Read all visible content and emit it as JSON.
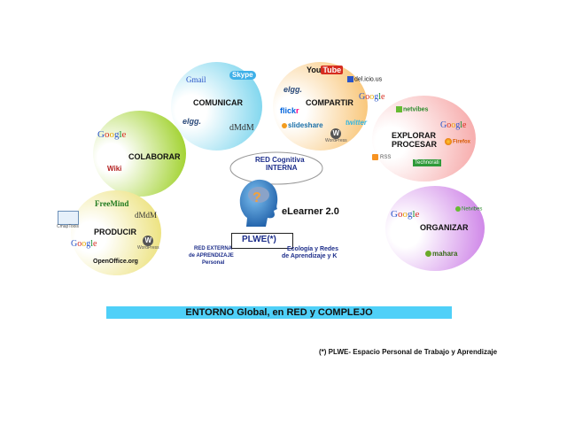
{
  "groups": {
    "comunicar": {
      "label": "COMUNICAR",
      "logos": [
        "Gmail",
        "Skype",
        "elgg.",
        "dMdM"
      ]
    },
    "compartir": {
      "label": "COMPARTIR",
      "logos": [
        "YouTube",
        "del.icio.us",
        "elgg.",
        "Google",
        "flickr",
        "slideshare",
        "twitter",
        "WordPress"
      ]
    },
    "explorar": {
      "label": "EXPLORAR PROCESAR",
      "label_line1": "EXPLORAR",
      "label_line2": "PROCESAR",
      "logos": [
        "netvibes",
        "Google",
        "Firefox",
        "RSS",
        "Technorati"
      ]
    },
    "colaborar": {
      "label": "COLABORAR",
      "logos": [
        "Google",
        "Wiki"
      ]
    },
    "producir": {
      "label": "PRODUCIR",
      "logos": [
        "FreeMind",
        "dMdM",
        "CmapTools",
        "Google",
        "WordPress",
        "OpenOffice.org"
      ]
    },
    "organizar": {
      "label": "ORGANIZAR",
      "logos": [
        "Google",
        "Netvibes",
        "mahara"
      ]
    }
  },
  "center": {
    "cloud_line1": "RED Cognitiva",
    "cloud_line2": "INTERNA",
    "elearner": "eLearner 2.0",
    "plwe": "PLWE(*)",
    "left_line1": "RED EXTERNA",
    "left_line2": "de APRENDIZAJE",
    "left_line3": "Personal",
    "right_line1": "Ecología y Redes",
    "right_line2": "de Aprendizaje y K"
  },
  "banner": "ENTORNO Global, en RED y COMPLEJO",
  "footnote": "(*) PLWE- Espacio Personal de Trabajo y Aprendizaje",
  "colors": {
    "comunicar": "#7fd6ee",
    "compartir": "#f9c77b",
    "explorar": "#f7b0b0",
    "colaborar": "#9fd12a",
    "producir": "#ece17a",
    "organizar": "#cf86e8",
    "banner": "#4fd0f8",
    "head": "#2f86c9"
  }
}
